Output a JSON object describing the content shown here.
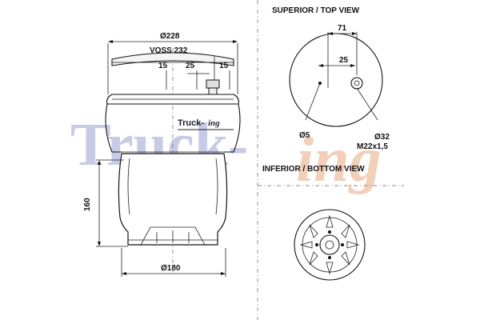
{
  "watermark": {
    "brand": "Truck-",
    "brand_script": "ing"
  },
  "logo": {
    "brand": "Truck-",
    "brand_script": "ing"
  },
  "side_view": {
    "top_diameter": "Ø228",
    "connector": "VOSS 232",
    "dim_left": "15",
    "dim_mid": "25",
    "dim_right": "15",
    "height": "160",
    "bottom_diameter": "Ø180"
  },
  "top_view": {
    "title": "SUPERIOR / TOP VIEW",
    "offset": "71",
    "inner_offset": "25",
    "hole_small": "Ø5",
    "hole_large": "Ø32",
    "thread": "M22x1,5"
  },
  "bottom_view": {
    "title": "INFERIOR / BOTTOM VIEW"
  }
}
